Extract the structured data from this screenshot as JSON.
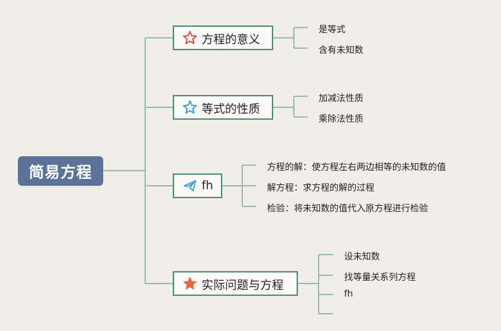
{
  "root": {
    "label": "简易方程"
  },
  "branches": [
    {
      "label": "方程的意义",
      "icon": "star-outline-red-icon",
      "children": [
        "是等式",
        "含有未知数"
      ]
    },
    {
      "label": "等式的性质",
      "icon": "star-outline-blue-icon",
      "children": [
        "加减法性质",
        "乘除法性质"
      ]
    },
    {
      "label": "fh",
      "icon": "paper-plane-icon",
      "children": [
        "方程的解：使方程左右两边相等的未知数的值",
        "解方程：求方程的解的过程",
        "检验：将未知数的值代入原方程进行检验"
      ]
    },
    {
      "label": "实际问题与方程",
      "icon": "star-filled-orange-icon",
      "children": [
        "设未知数",
        "找等量关系列方程",
        "fh",
        ""
      ]
    }
  ],
  "colors": {
    "line": "#7fb0a3",
    "node_border": "#4f8f80",
    "root_bg": "#5d7298",
    "background": "#f1ede8"
  }
}
